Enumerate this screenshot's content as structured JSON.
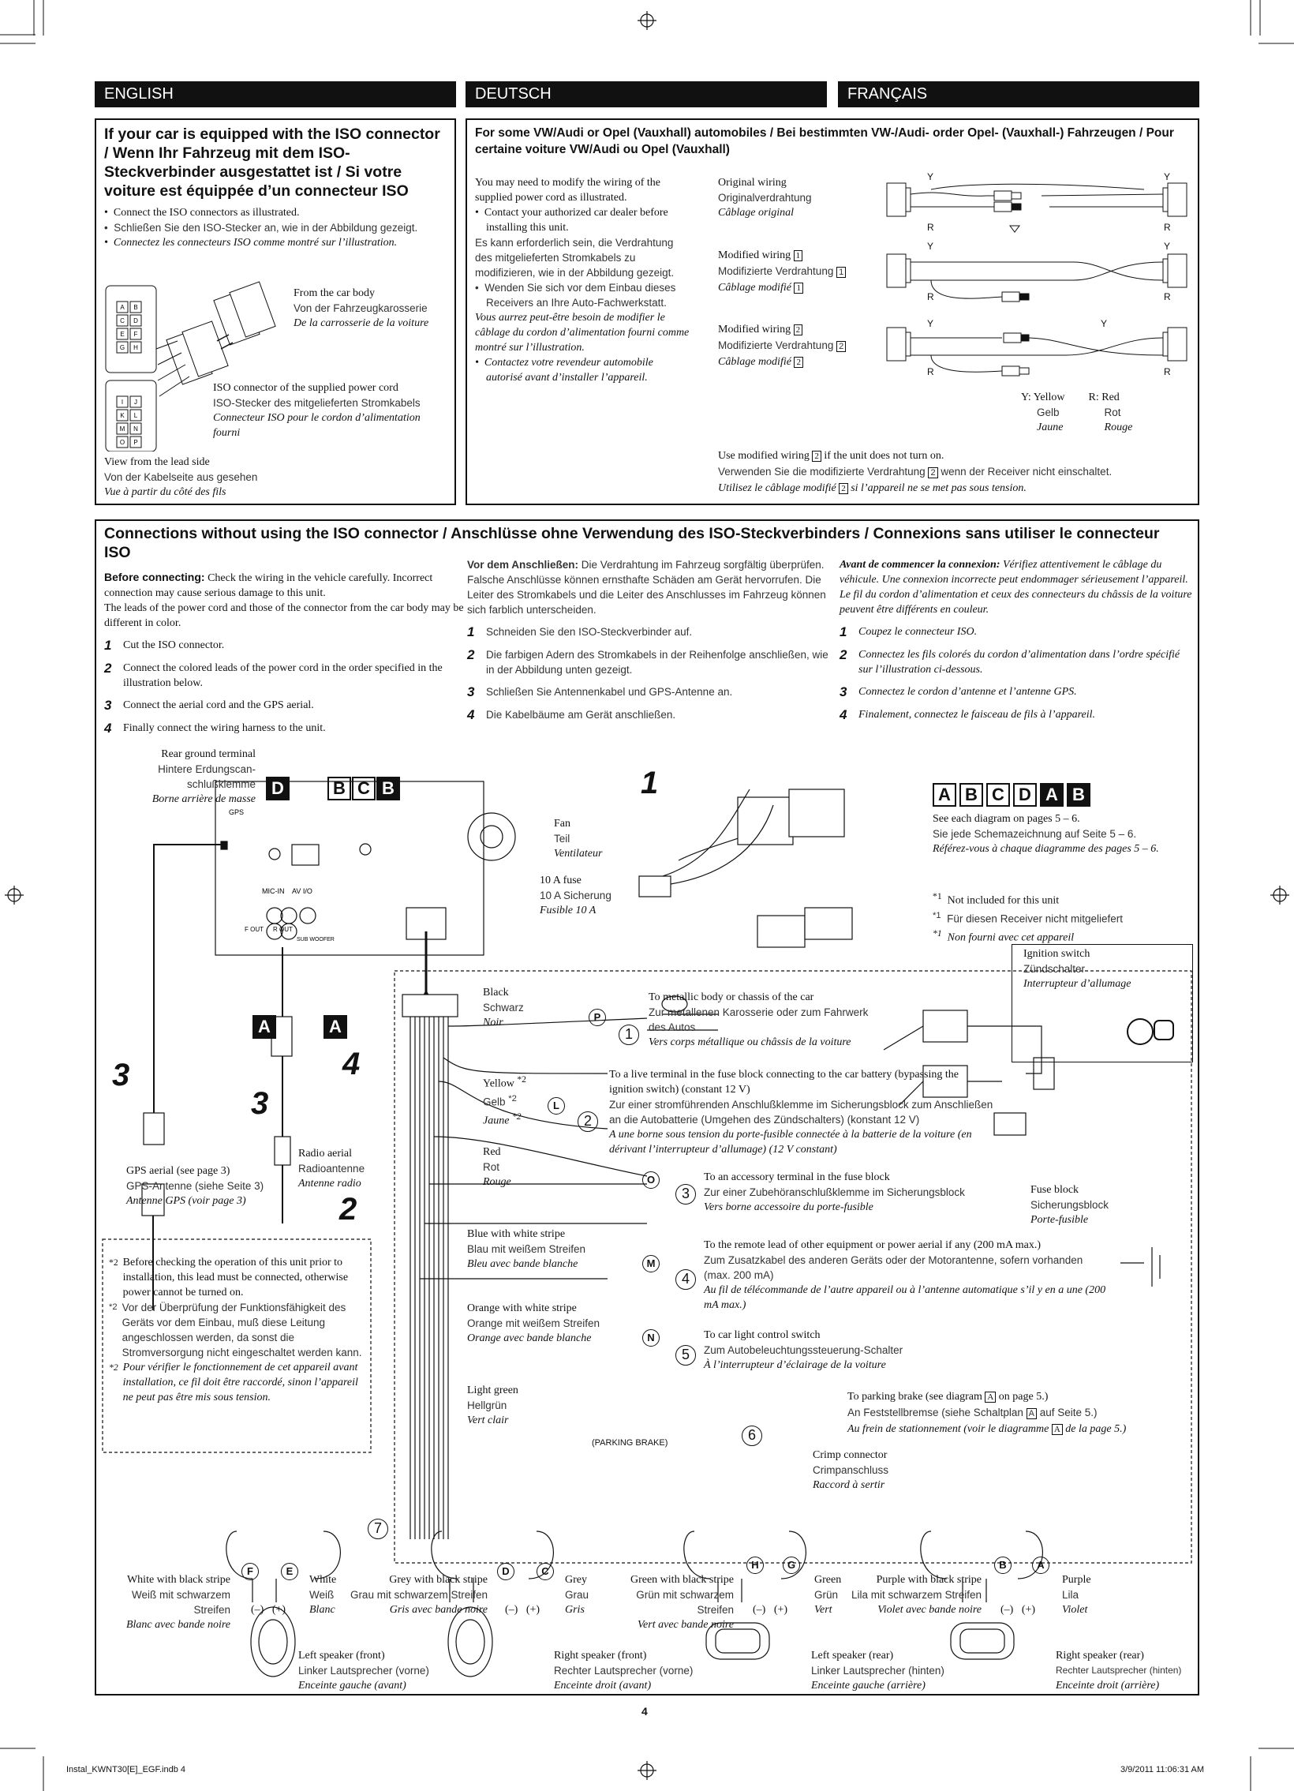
{
  "header": {
    "lang_en": "ENGLISH",
    "lang_de": "DEUTSCH",
    "lang_fr": "FRANÇAIS"
  },
  "iso": {
    "title": "If your car is equipped with the ISO connector / Wenn Ihr Fahrzeug mit dem ISO-Steckverbinder ausgestattet ist / Si votre voiture est équippée d’un connecteur ISO",
    "b_en": "Connect the ISO connectors as illustrated.",
    "b_de": "Schließen Sie den ISO-Stecker an, wie in der Abbildung gezeigt.",
    "b_fr": "Connectez les connecteurs ISO comme montré sur l’illustration.",
    "body_en": "From the car body",
    "body_de": "Von der Fahrzeugkarosserie",
    "body_fr": "De la carrosserie de la voiture",
    "iso_en": "ISO connector of the supplied power cord",
    "iso_de": "ISO-Stecker des mitgelieferten Stromkabels",
    "iso_fr": "Connecteur ISO pour le cordon d’alimentation fourni",
    "view_en": "View from the lead side",
    "view_de": "Von der Kabelseite aus gesehen",
    "view_fr": "Vue à partir du côté des fils",
    "pins_top": [
      "A",
      "B",
      "C",
      "D",
      "E",
      "F",
      "G",
      "H"
    ],
    "pins_bot": [
      "I",
      "J",
      "K",
      "L",
      "M",
      "N",
      "O",
      "P"
    ]
  },
  "vw": {
    "title": "For some VW/Audi or Opel (Vauxhall) automobiles / Bei bestimmten VW-/Audi- order Opel- (Vauxhall-) Fahrzeugen / Pour certaine voiture VW/Audi ou Opel (Vauxhall)",
    "p1_en": "You may need to modify the wiring of the supplied power cord as illustrated.",
    "p2_en": "Contact your authorized car dealer before installing this unit.",
    "p1_de": "Es kann erforderlich sein, die Verdrahtung des mitgelieferten Stromkabels zu modifizieren, wie in der Abbildung gezeigt.",
    "p2_de": "Wenden Sie sich vor dem Einbau dieses Receivers an Ihre Auto-Fachwerkstatt.",
    "p1_fr": "Vous aurrez peut-être besoin de modifier le câblage du cordon d’alimentation fourni comme montré sur l’illustration.",
    "p2_fr": "Contactez votre revendeur automobile autorisé avant d’installer l’appareil.",
    "orig_en": "Original wiring",
    "orig_de": "Originalverdrahtung",
    "orig_fr": "Câblage original",
    "mod_en": "Modified wiring",
    "mod_de": "Modifizierte Verdrahtung",
    "mod_fr": "Câblage modifié",
    "n1": "1",
    "n2": "2",
    "y": "Y",
    "r": "R",
    "yel": "Y:  Yellow",
    "yel_de": "Gelb",
    "yel_fr": "Jaune",
    "red": "R:  Red",
    "red_de": "Rot",
    "red_fr": "Rouge",
    "use_en_a": "Use modified wiring",
    "use_en_b": "if the unit does not turn on.",
    "use_de_a": "Verwenden Sie die modifizierte Verdrahtung",
    "use_de_b": "wenn der Receiver nicht einschaltet.",
    "use_fr_a": "Utilisez le câblage modifié",
    "use_fr_b": "si l’appareil ne se met pas sous tension."
  },
  "conn": {
    "title": "Connections without using the ISO connector / Anschlüsse ohne Verwendung des ISO-Steckverbinders / Connexions sans utiliser le connecteur ISO",
    "before_en_b": "Before connecting:",
    "before_en": "Check the wiring in the vehicle carefully. Incorrect connection may cause serious damage to this unit.",
    "before_en2": "The leads of the power cord and those of the connector from the car body may be different in color.",
    "before_de_b": "Vor dem Anschließen:",
    "before_de": "Die Verdrahtung im Fahrzeug sorgfältig überprüfen. Falsche Anschlüsse können ernsthafte Schäden am Gerät hervorrufen. Die Leiter des Stromkabels und die Leiter des Anschlusses im Fahrzeug können sich farblich unterscheiden.",
    "before_fr_b": "Avant de commencer la connexion:",
    "before_fr": "Vérifiez attentivement le câblage du véhicule. Une connexion incorrecte peut endommager sérieusement l’appareil. Le fil du cordon d’alimentation et ceux des connecteurs du châssis de la voiture peuvent être différents en couleur.",
    "steps_en": [
      "Cut the ISO connector.",
      "Connect the colored leads of the power cord in the order specified in the illustration below.",
      "Connect the aerial cord and the GPS aerial.",
      "Finally connect the wiring harness to the unit."
    ],
    "steps_de": [
      "Schneiden Sie den ISO-Steckverbinder auf.",
      "Die farbigen Adern des Stromkabels in der Reihenfolge anschließen, wie in der Abbildung unten gezeigt.",
      "Schließen Sie Antennenkabel und GPS-Antenne an.",
      "Die Kabelbäume am Gerät anschließen."
    ],
    "steps_fr": [
      "Coupez le connecteur ISO.",
      "Connectez les fils colorés du cordon d’alimentation dans l’ordre spécifié sur l’illustration ci-dessous.",
      "Connectez le cordon d’antenne et l’antenne GPS.",
      "Finalement, connectez le faisceau de fils à l’appareil."
    ],
    "step_nums": [
      "1",
      "2",
      "3",
      "4"
    ]
  },
  "diagram": {
    "rear_en": "Rear ground terminal",
    "rear_de": "Hintere Erdungscan-schlußklemme",
    "rear_fr": "Borne arrière de masse",
    "fan_en": "Fan",
    "fan_de": "Teil",
    "fan_fr": "Ventilateur",
    "fuse_en": "10 A fuse",
    "fuse_de": "10 A Sicherung",
    "fuse_fr": "Fusible 10 A",
    "see_en": "See each diagram on pages 5 – 6.",
    "see_de": "Sie jede Schemazeichnung auf Seite 5 – 6.",
    "see_fr": "Référez-vous à chaque diagramme des pages 5 – 6.",
    "star1": "*1",
    "not_en": "Not included for this unit",
    "not_de": "Für diesen Receiver nicht mitgeliefert",
    "not_fr": "Non fourni avec cet appareil",
    "ign_en": "Ignition switch",
    "ign_de": "Zündschalter",
    "ign_fr": "Interrupteur d’allumage",
    "gps_label": "GPS",
    "mic": "MIC-IN",
    "avio": "AV I/O",
    "fout": "F OUT",
    "rout": "R OUT",
    "sub": "SUB WOOFER",
    "l": "L",
    "r": "R",
    "gps_en": "GPS aerial (see page 3)",
    "gps_de": "GPS-Antenne (siehe Seite 3)",
    "gps_fr": "Antenne GPS (voir page 3)",
    "radio_en": "Radio aerial",
    "radio_de": "Radioantenne",
    "radio_fr": "Antenne radio",
    "note_star": "*2",
    "note_en": "Before checking the operation of this unit prior to installation, this lead must be connected, otherwise power cannot be turned on.",
    "note_de": "Vor der Überprüfung der Funktionsfähigkeit des Geräts vor dem Einbau, muß diese Leitung angeschlossen werden, da sonst die Stromversorgung nicht eingeschaltet werden kann.",
    "note_fr": "Pour vérifier le fonctionnement de cet appareil avant installation, ce fil doit être raccordé, sinon l’appareil ne peut pas être mis sous tension.",
    "black_en": "Black",
    "black_de": "Schwarz",
    "black_fr": "Noir",
    "lp": "P",
    "metal_en": "To metallic body or chassis of the car",
    "metal_de": "Zur metallenen Karosserie oder zum Fahrwerk des Autos",
    "metal_fr": "Vers corps métallique ou châssis de la voiture",
    "yellow_en": "Yellow",
    "yellow_de": "Gelb",
    "yellow_fr": "Jaune",
    "ll": "L",
    "live_en": "To a live terminal in the fuse block connecting to the car battery (bypassing the ignition switch) (constant 12 V)",
    "live_de": "Zur einer stromführenden Anschlußklemme im Sicherungsblock zum Anschließen an die Autobatterie (Umgehen des Zündschalters) (konstant 12 V)",
    "live_fr": "A une borne sous tension du porte-fusible connectée à la batterie de la voiture (en dérivant l’interrupteur d’allumage) (12 V constant)",
    "red_en": "Red",
    "red_de": "Rot",
    "red_fr": "Rouge",
    "lo": "O",
    "acc_en": "To an accessory terminal in the fuse block",
    "acc_de": "Zur einer Zubehöranschlußklemme im Sicherungsblock",
    "acc_fr": "Vers borne accessoire du porte-fusible",
    "fb_en": "Fuse block",
    "fb_de": "Sicherungsblock",
    "fb_fr": "Porte-fusible",
    "blue_en": "Blue with white stripe",
    "blue_de": "Blau mit weißem Streifen",
    "blue_fr": "Bleu avec bande blanche",
    "lm": "M",
    "rem_en": "To the remote lead of other equipment or power aerial if any (200 mA max.)",
    "rem_de": "Zum Zusatzkabel des anderen Geräts oder der Motorantenne, sofern vorhanden (max. 200 mA)",
    "rem_fr": "Au fil de télécommande de l’autre appareil ou à l’antenne automatique s’il y en a une (200 mA max.)",
    "orange_en": "Orange with white stripe",
    "orange_de": "Orange mit weißem Streifen",
    "orange_fr": "Orange avec bande blanche",
    "ln": "N",
    "light_en": "To car light control switch",
    "light_de": "Zum Autobeleuchtungssteuerung-Schalter",
    "light_fr": "À l’interrupteur d’éclairage de la voiture",
    "lg_en": "Light green",
    "lg_de": "Hellgrün",
    "lg_fr": "Vert clair",
    "park_en": "To parking brake (see diagram",
    "park_en2": "on page 5.)",
    "park_de": "An Feststellbremse (siehe Schaltplan",
    "park_de2": "auf Seite 5.)",
    "park_fr": "Au frein de stationnement (voir le diagramme",
    "park_fr2": "de la page 5.)",
    "pb": "(PARKING BRAKE)",
    "crimp_en": "Crimp connector",
    "crimp_de": "Crimpanschluss",
    "crimp_fr": "Raccord à sertir",
    "n1": "1",
    "n2": "2",
    "n3": "3",
    "n4": "4",
    "n5": "5",
    "n6": "6",
    "n7": "7",
    "A": "A",
    "B": "B",
    "C": "C",
    "D": "D",
    "minus": "(–)",
    "plus": "(+)",
    "wb_en": "White with black stripe",
    "wb_de": "Weiß mit schwarzem Streifen",
    "wb_fr": "Blanc avec bande noire",
    "wh_en": "White",
    "wh_de": "Weiß",
    "wh_fr": "Blanc",
    "gb_en": "Grey with black stripe",
    "gb_de": "Grau mit schwarzem Streifen",
    "gb_fr": "Gris avec bande noire",
    "gr_en": "Grey",
    "gr_de": "Grau",
    "gr_fr": "Gris",
    "grb_en": "Green with black stripe",
    "grb_de": "Grün mit schwarzem Streifen",
    "grb_fr": "Vert avec bande noire",
    "gn_en": "Green",
    "gn_de": "Grün",
    "gn_fr": "Vert",
    "pb_en": "Purple with black stripe",
    "pb_de": "Lila mit schwarzem Streifen",
    "pb_fr": "Violet avec bande noire",
    "pu_en": "Purple",
    "pu_de": "Lila",
    "pu_fr": "Violet",
    "lf_en": "Left speaker (front)",
    "lf_de": "Linker Lautsprecher (vorne)",
    "lf_fr": "Enceinte gauche (avant)",
    "rf_en": "Right speaker (front)",
    "rf_de": "Rechter Lautsprecher (vorne)",
    "rf_fr": "Enceinte droit (avant)",
    "lr_en": "Left speaker (rear)",
    "lr_de": "Linker Lautsprecher (hinten)",
    "lr_fr": "Enceinte gauche (arrière)",
    "rr_en": "Right speaker (rear)",
    "rr_de": "Rechter Lautsprecher (hinten)",
    "rr_fr": "Enceinte droit (arrière)",
    "F": "F",
    "E": "E",
    "G": "G",
    "H": "H"
  },
  "footer": {
    "page": "4",
    "file": "Instal_KWNT30[E]_EGF.indb   4",
    "date": "3/9/2011   11:06:31 AM"
  }
}
